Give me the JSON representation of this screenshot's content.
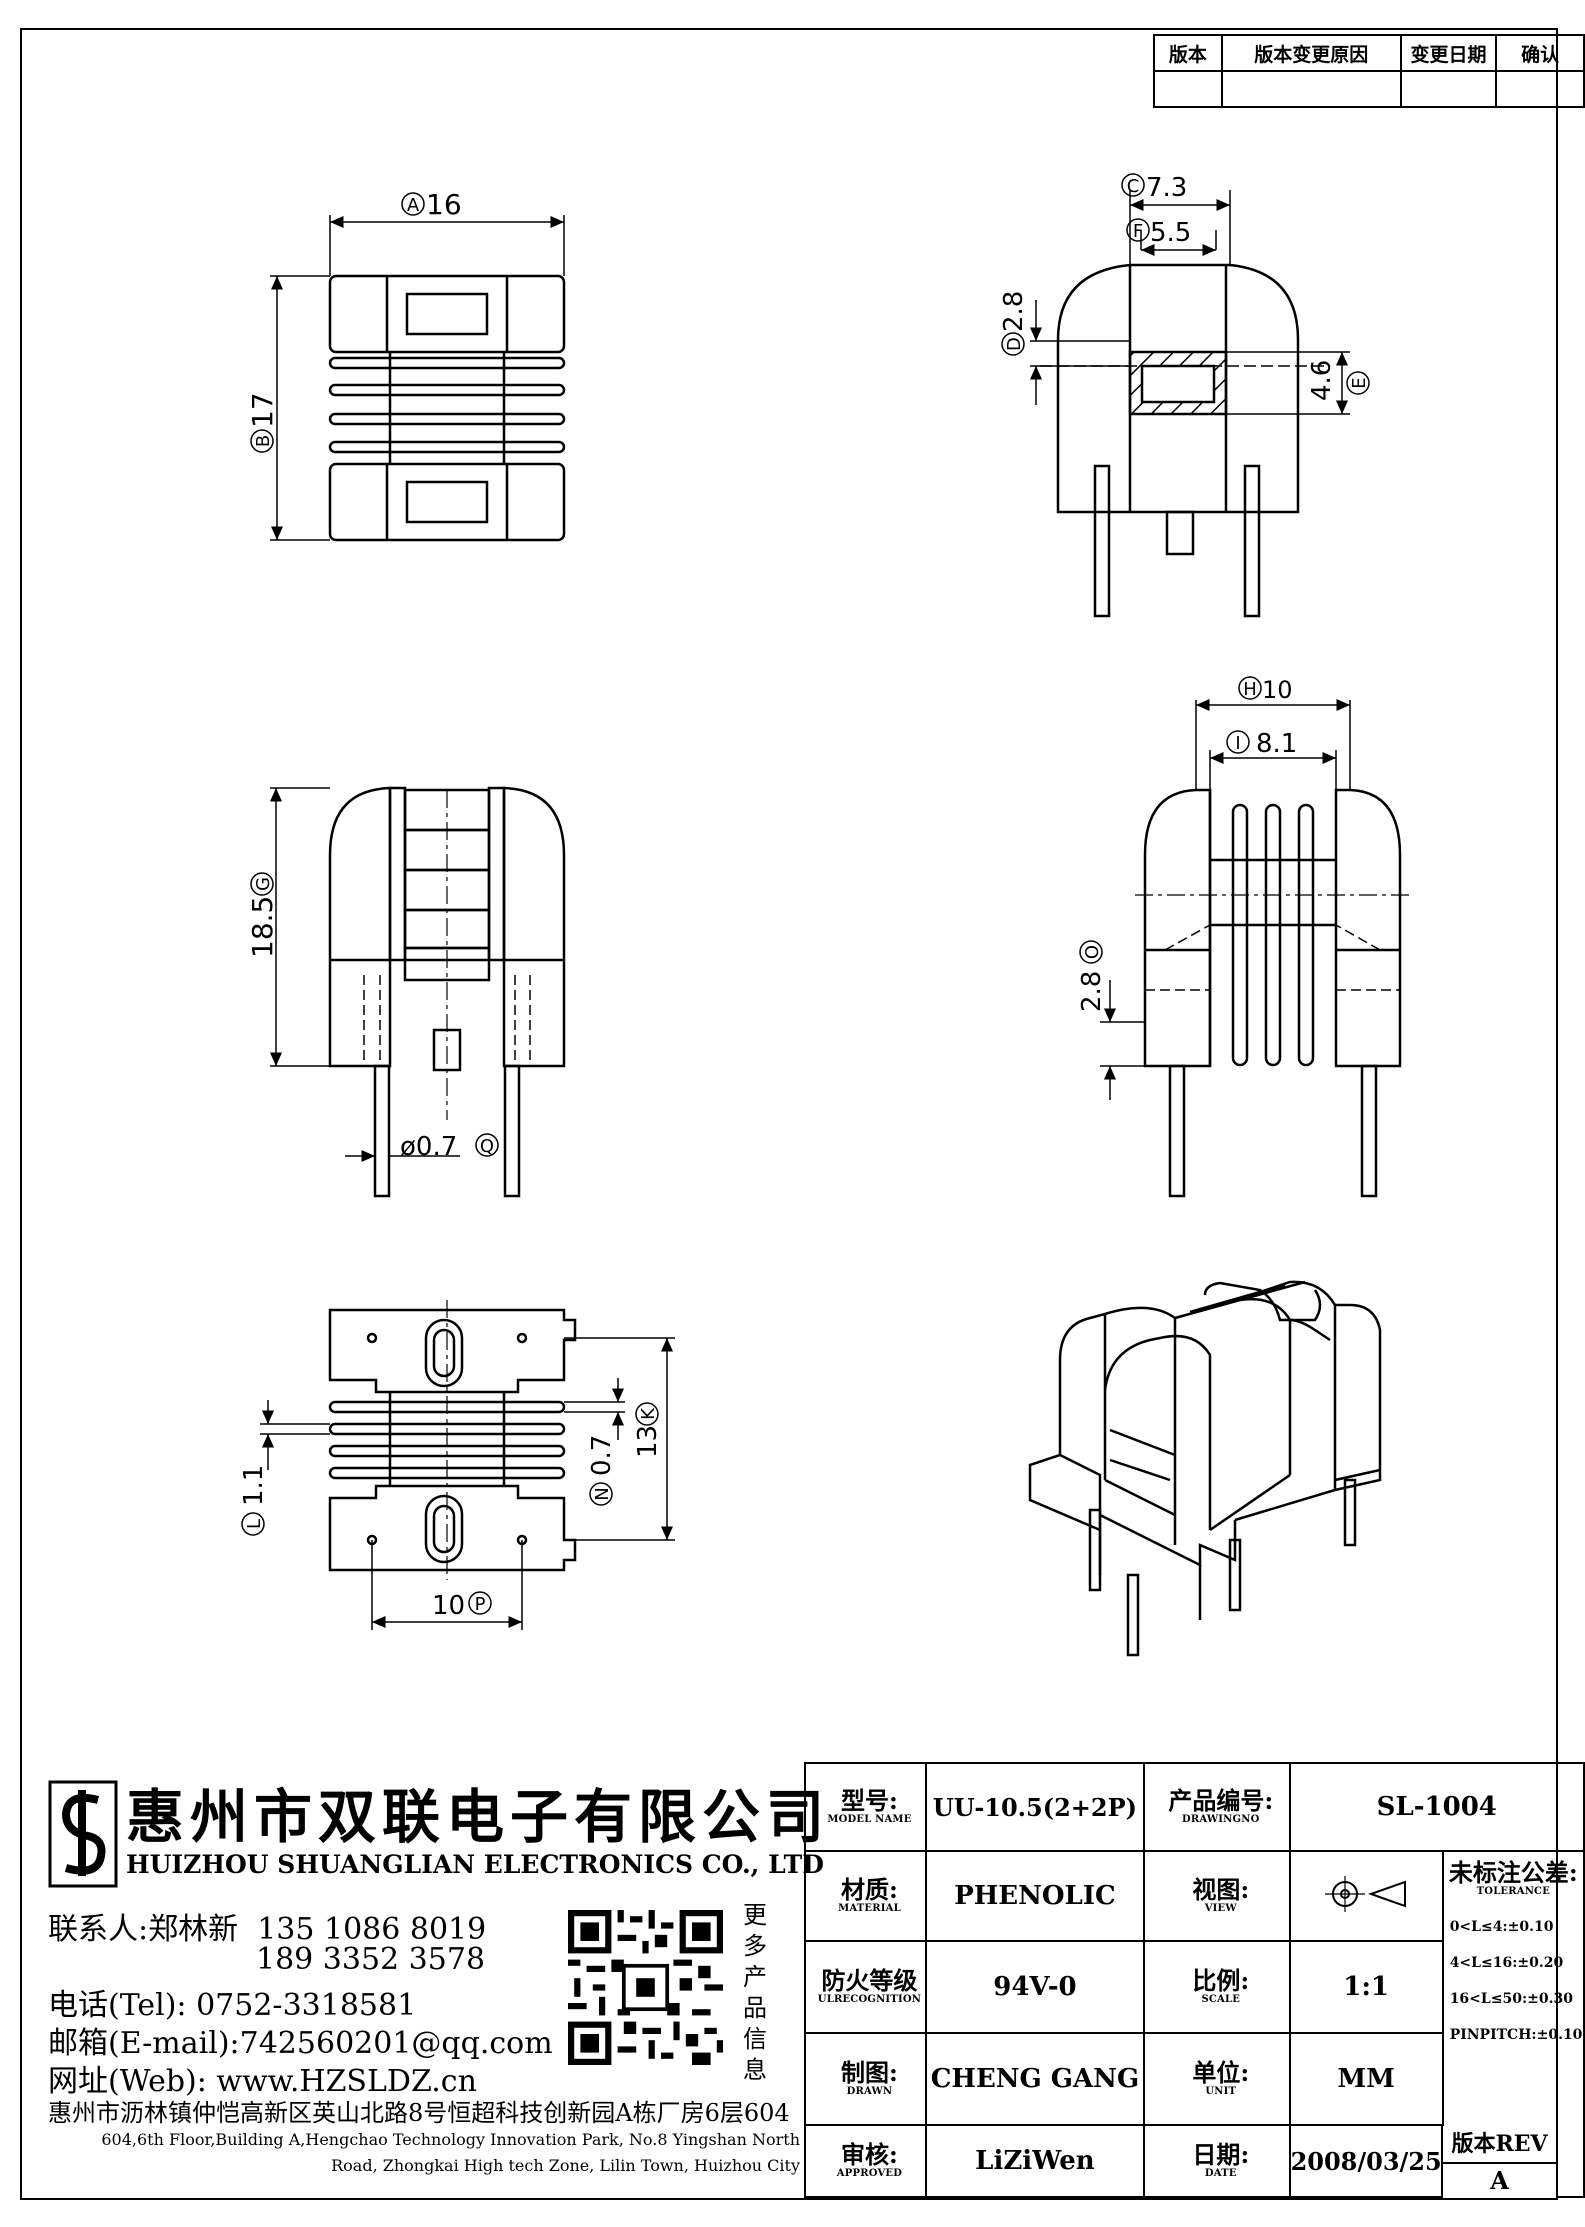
{
  "revision_table": {
    "headers": [
      "版本",
      "版本变更原因",
      "变更日期",
      "确认"
    ]
  },
  "dimensions": {
    "A": "16",
    "B": "17",
    "C": "7.3",
    "F": "5.5",
    "D": "2.8",
    "E": "4.6",
    "G": "18.5",
    "Q": "ø0.7",
    "H": "10",
    "I": "8.1",
    "O": "2.8",
    "K": "13",
    "L": "1.1",
    "N": "0.7",
    "P": "10"
  },
  "dimension_letters": {
    "A": "A",
    "B": "B",
    "C": "C",
    "F": "F",
    "D": "D",
    "E": "E",
    "G": "G",
    "Q": "Q",
    "H": "H",
    "I": "I",
    "O": "O",
    "K": "K",
    "L": "L",
    "N": "N",
    "P": "P"
  },
  "company": {
    "name_cn": "惠州市双联电子有限公司",
    "name_en": "HUIZHOU SHUANGLIAN ELECTRONICS CO., LTD",
    "contact_label": "联系人:",
    "contact_name": "郑林新",
    "phone1": "135 1086 8019",
    "phone2": "189 3352 3578",
    "tel": "电话(Tel): 0752-3318581",
    "email": "邮箱(E-mail):742560201@qq.com",
    "web": "网址(Web): www.HZSLDZ.cn",
    "address_cn": "惠州市沥林镇仲恺高新区英山北路8号恒超科技创新园A栋厂房6层604",
    "address_en_1": "604,6th Floor,Building A,Hengchao Technology Innovation Park, No.8 Yingshan North",
    "address_en_2": "Road, Zhongkai High tech Zone, Lilin Town, Huizhou City",
    "more_info": "更多产品信息"
  },
  "title_block": {
    "model_label": "型号:",
    "model_label_en": "MODEL NAME",
    "model": "UU-10.5(2+2P)",
    "drawingno_label": "产品编号:",
    "drawingno_label_en": "DRAWINGNO",
    "drawingno": "SL-1004",
    "material_label": "材质:",
    "material_label_en": "MATERIAL",
    "material": "PHENOLIC",
    "view_label": "视图:",
    "view_label_en": "VIEW",
    "tolerance_label": "未标注公差:",
    "tolerance_label_en": "TOLERANCE",
    "flame_label": "防火等级",
    "flame_label_en": "ULRECOGNITION",
    "flame": "94V-0",
    "scale_label": "比例:",
    "scale_label_en": "SCALE",
    "scale": "1:1",
    "tol_1": "0<L≤4:±0.10",
    "tol_2": "4<L≤16:±0.20",
    "tol_3": "16<L≤50:±0.30",
    "tol_4": "PINPITCH:±0.10",
    "drawn_label": "制图:",
    "drawn_label_en": "DRAWN",
    "drawn": "CHENG GANG",
    "unit_label": "单位:",
    "unit_label_en": "UNIT",
    "unit": "MM",
    "approved_label": "审核:",
    "approved_label_en": "APPROVED",
    "approved": "LiZiWen",
    "date_label": "日期:",
    "date_label_en": "DATE",
    "date": "2008/03/25",
    "rev_label": "版本REV",
    "rev": "A"
  }
}
